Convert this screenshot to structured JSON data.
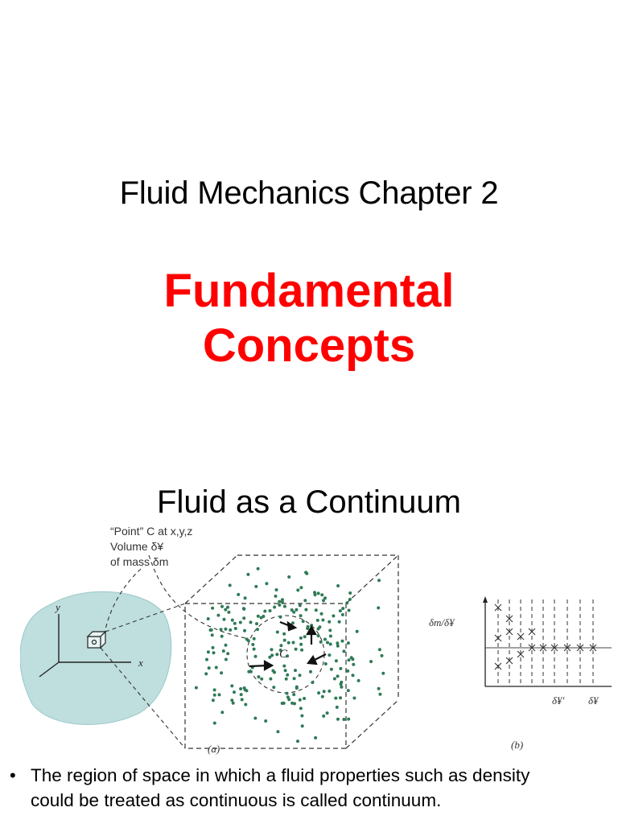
{
  "slide": {
    "title": "Fluid Mechanics Chapter 2",
    "heading_line1": "Fundamental",
    "heading_line2": "Concepts",
    "section": "Fluid as a Continuum"
  },
  "figure": {
    "label_line1": "“Point” C at x,y,z",
    "label_line2": "Volume δ¥",
    "label_line3": "of mass δm",
    "axis_y": "y",
    "axis_x": "x",
    "center_label": "C",
    "panel_a": "(a)",
    "panel_b": "(b)",
    "graph_ylabel": "δm/δ¥",
    "graph_x1": "δ¥′",
    "graph_x2": "δ¥"
  },
  "bullet": {
    "line1": "The region of space in which a fluid properties such as density",
    "line2": "could be treated as continuous is called continuum."
  },
  "colors": {
    "heading": "#ff0000",
    "blob": "#bfdede",
    "particles": "#2f7a55"
  }
}
